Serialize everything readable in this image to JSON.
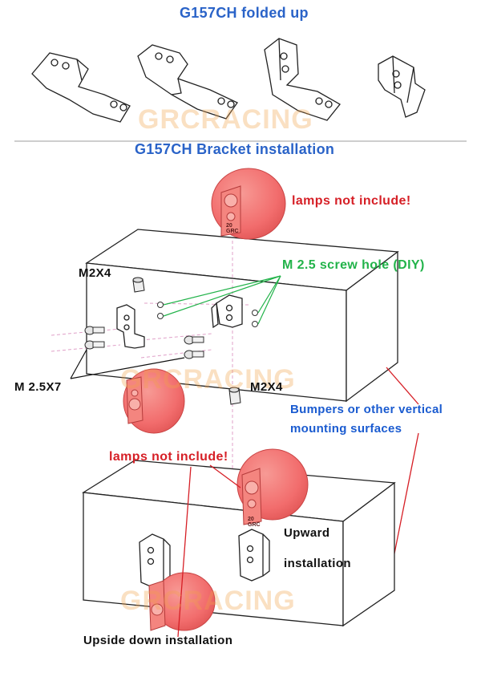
{
  "titles": {
    "folded": "G157CH folded up",
    "install": "G157CH Bracket installation"
  },
  "labels": {
    "lamps_top": "lamps not include!",
    "lamps_mid": "lamps not include!",
    "screw_hole": "M 2.5 screw hole (DIY)",
    "m2x4_top": "M2X4",
    "m2x4_bottom": "M2X4",
    "m25x7": "M 2.5X7",
    "bumpers_line1": "Bumpers or other vertical",
    "bumpers_line2": "mounting surfaces",
    "upward_line1": "Upward",
    "upward_line2": "installation",
    "upside_down": "Upside down installation"
  },
  "watermark": "GRCRACING",
  "lamp_marking": {
    "number": "20",
    "brand": "GRC"
  },
  "colors": {
    "title_blue": "#2a63c8",
    "label_red": "#d61f26",
    "label_green": "#22b34a",
    "label_blue": "#1a5bd0",
    "lamp_fill": "#f26d6d",
    "watermark_orange": "#f1a24a"
  }
}
